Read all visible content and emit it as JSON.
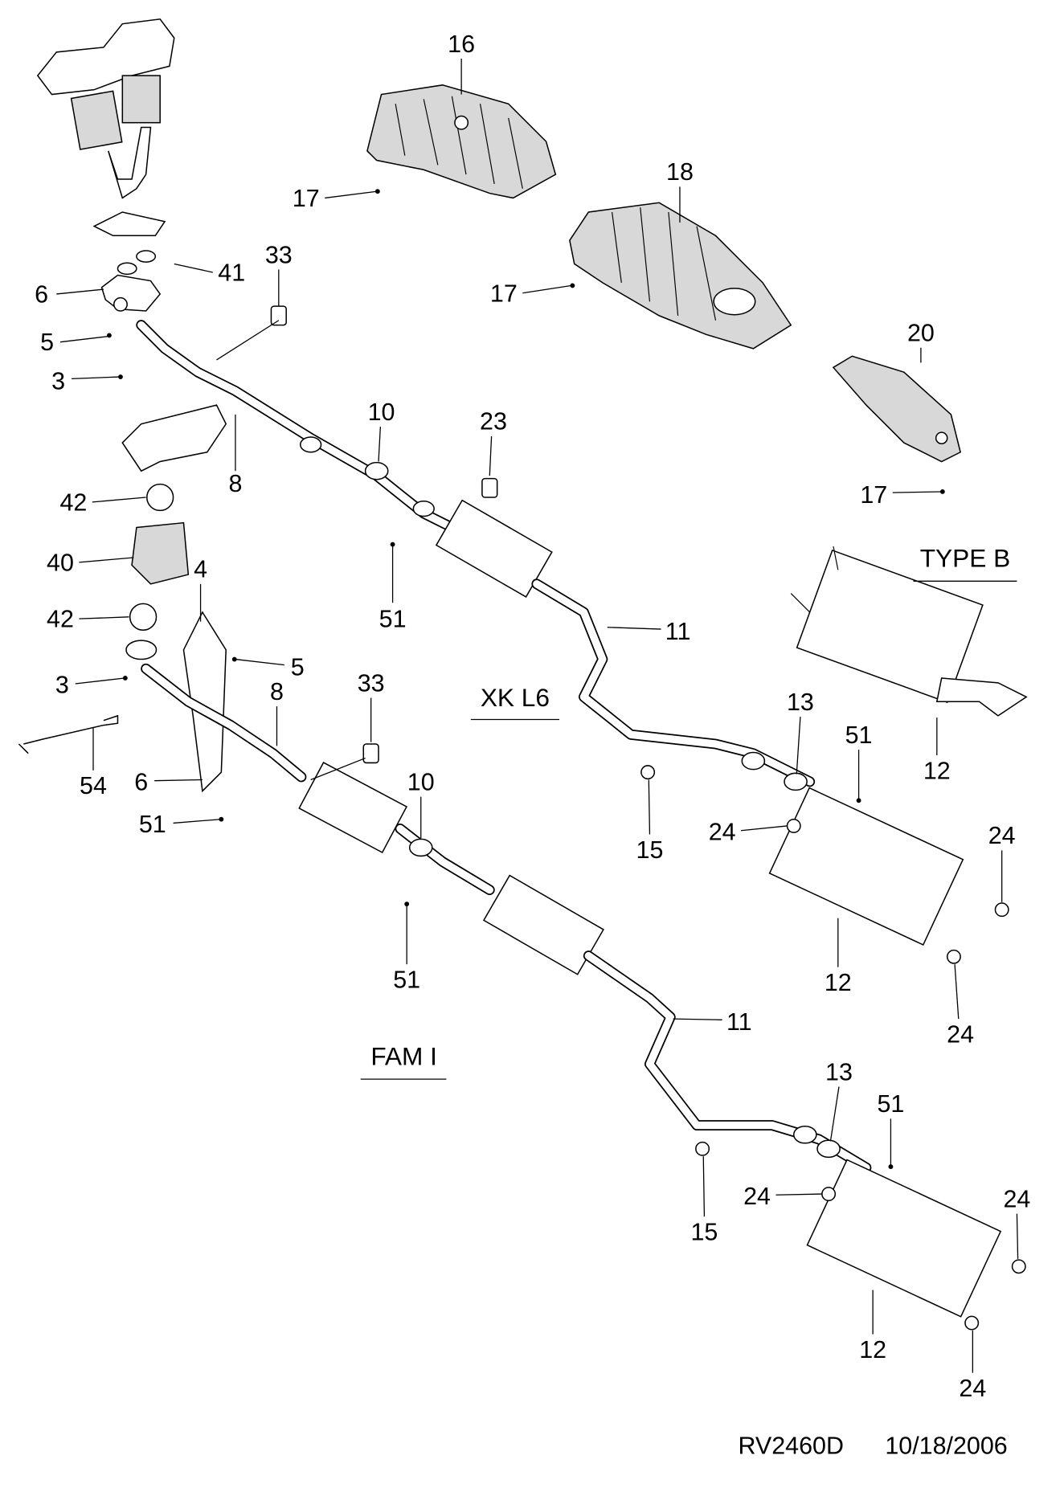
{
  "diagram": {
    "variants": {
      "type_b": "TYPE B",
      "xk_l6": "XK L6",
      "fam_i": "FAM I"
    },
    "footer": {
      "code": "RV2460D",
      "date": "10/18/2006"
    },
    "callouts": {
      "c16": "16",
      "c17a": "17",
      "c18": "18",
      "c17b": "17",
      "c20": "20",
      "c17c": "17",
      "c33a": "33",
      "c41": "41",
      "c6a": "6",
      "c5a": "5",
      "c3a": "3",
      "c8a": "8",
      "c10a": "10",
      "c23": "23",
      "c42a": "42",
      "c40": "40",
      "c4": "4",
      "c42b": "42",
      "c51a": "51",
      "c11a": "11",
      "c3b": "3",
      "c5b": "5",
      "c8b": "8",
      "c33b": "33",
      "c54": "54",
      "c6b": "6",
      "c51b": "51",
      "c10b": "10",
      "c13a": "13",
      "c51c": "51",
      "c12a": "12",
      "c15a": "15",
      "c24a": "24",
      "c24b": "24",
      "c51d": "51",
      "c12b": "12",
      "c24c": "24",
      "c11b": "11",
      "c13b": "13",
      "c51e": "51",
      "c24d": "24",
      "c24e": "24",
      "c15b": "15",
      "c12c": "12",
      "c24f": "24"
    }
  }
}
